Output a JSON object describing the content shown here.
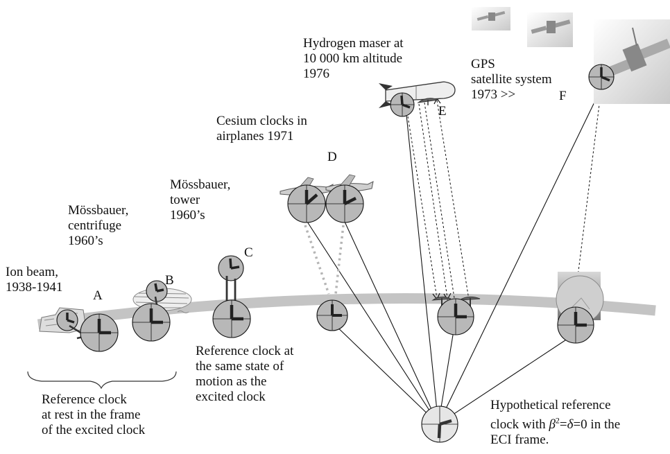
{
  "labels": {
    "ion_beam": "Ion beam,\n1938-1941",
    "centrifuge": "Mössbauer,\ncentrifuge\n1960’s",
    "tower": "Mössbauer,\ntower\n1960’s",
    "airplanes": "Cesium clocks in\nairplanes 1971",
    "maser": "Hydrogen maser at\n10 000 km altitude\n1976",
    "gps": "GPS\nsatellite system\n1973 >>",
    "ref_rest": "Reference clock\nat rest in the frame\nof the excited clock",
    "ref_same": "Reference clock at\nthe same state of\nmotion as the\nexcited clock",
    "hypo_1": "Hypothetical reference",
    "hypo_2_pre": "clock with ",
    "hypo_beta": "β",
    "hypo_sup": "2",
    "hypo_eq1": "=",
    "hypo_delta": "δ",
    "hypo_eq2": "=0 in the",
    "hypo_3": "ECI frame."
  },
  "markers": {
    "a": "A",
    "b": "B",
    "c": "C",
    "d": "D",
    "e": "E",
    "f": "F"
  },
  "colors": {
    "earth_band": "#c4c4c4",
    "clock_face": "#b8b8b8",
    "clock_face_light": "#e6e6e6",
    "hand": "#222222",
    "line": "#111111",
    "dotted_gray": "#b5b5b5"
  }
}
